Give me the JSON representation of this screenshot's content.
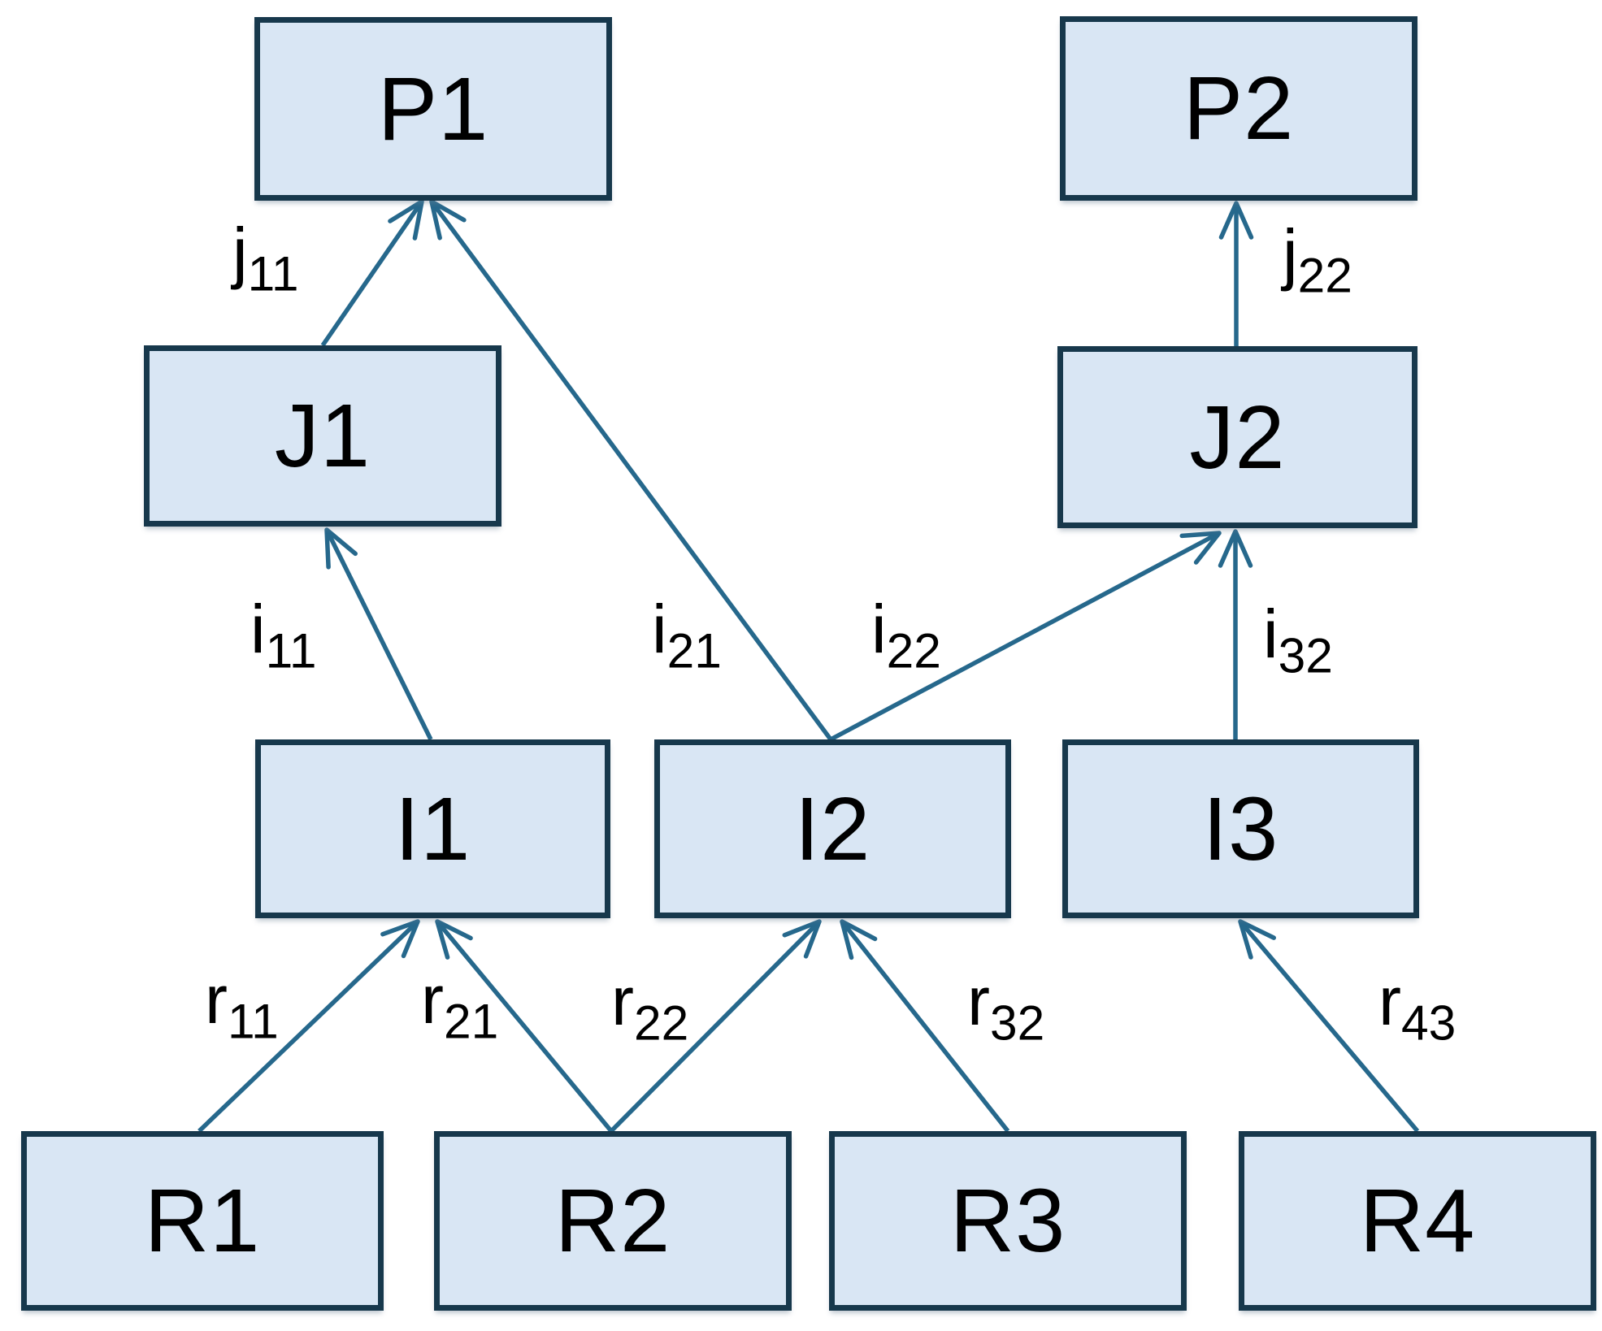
{
  "colors": {
    "box_fill": "#d9e6f4",
    "box_border": "#17384c",
    "arrow": "#26688c",
    "label_text": "#000000",
    "background": "#ffffff"
  },
  "nodes": [
    {
      "id": "P1",
      "label": "P1"
    },
    {
      "id": "P2",
      "label": "P2"
    },
    {
      "id": "J1",
      "label": "J1"
    },
    {
      "id": "J2",
      "label": "J2"
    },
    {
      "id": "I1",
      "label": "I1"
    },
    {
      "id": "I2",
      "label": "I2"
    },
    {
      "id": "I3",
      "label": "I3"
    },
    {
      "id": "R1",
      "label": "R1"
    },
    {
      "id": "R2",
      "label": "R2"
    },
    {
      "id": "R3",
      "label": "R3"
    },
    {
      "id": "R4",
      "label": "R4"
    }
  ],
  "edges": [
    {
      "from": "J1",
      "to": "P1",
      "base": "j",
      "sub": "11"
    },
    {
      "from": "I2",
      "to": "P1",
      "base": "i",
      "sub": "21"
    },
    {
      "from": "J2",
      "to": "P2",
      "base": "j",
      "sub": "22"
    },
    {
      "from": "I1",
      "to": "J1",
      "base": "i",
      "sub": "11"
    },
    {
      "from": "I2",
      "to": "J2",
      "base": "i",
      "sub": "22"
    },
    {
      "from": "I3",
      "to": "J2",
      "base": "i",
      "sub": "32"
    },
    {
      "from": "R1",
      "to": "I1",
      "base": "r",
      "sub": "11"
    },
    {
      "from": "R2",
      "to": "I1",
      "base": "r",
      "sub": "21"
    },
    {
      "from": "R2",
      "to": "I2",
      "base": "r",
      "sub": "22"
    },
    {
      "from": "R3",
      "to": "I2",
      "base": "r",
      "sub": "32"
    },
    {
      "from": "R4",
      "to": "I3",
      "base": "r",
      "sub": "43"
    }
  ]
}
